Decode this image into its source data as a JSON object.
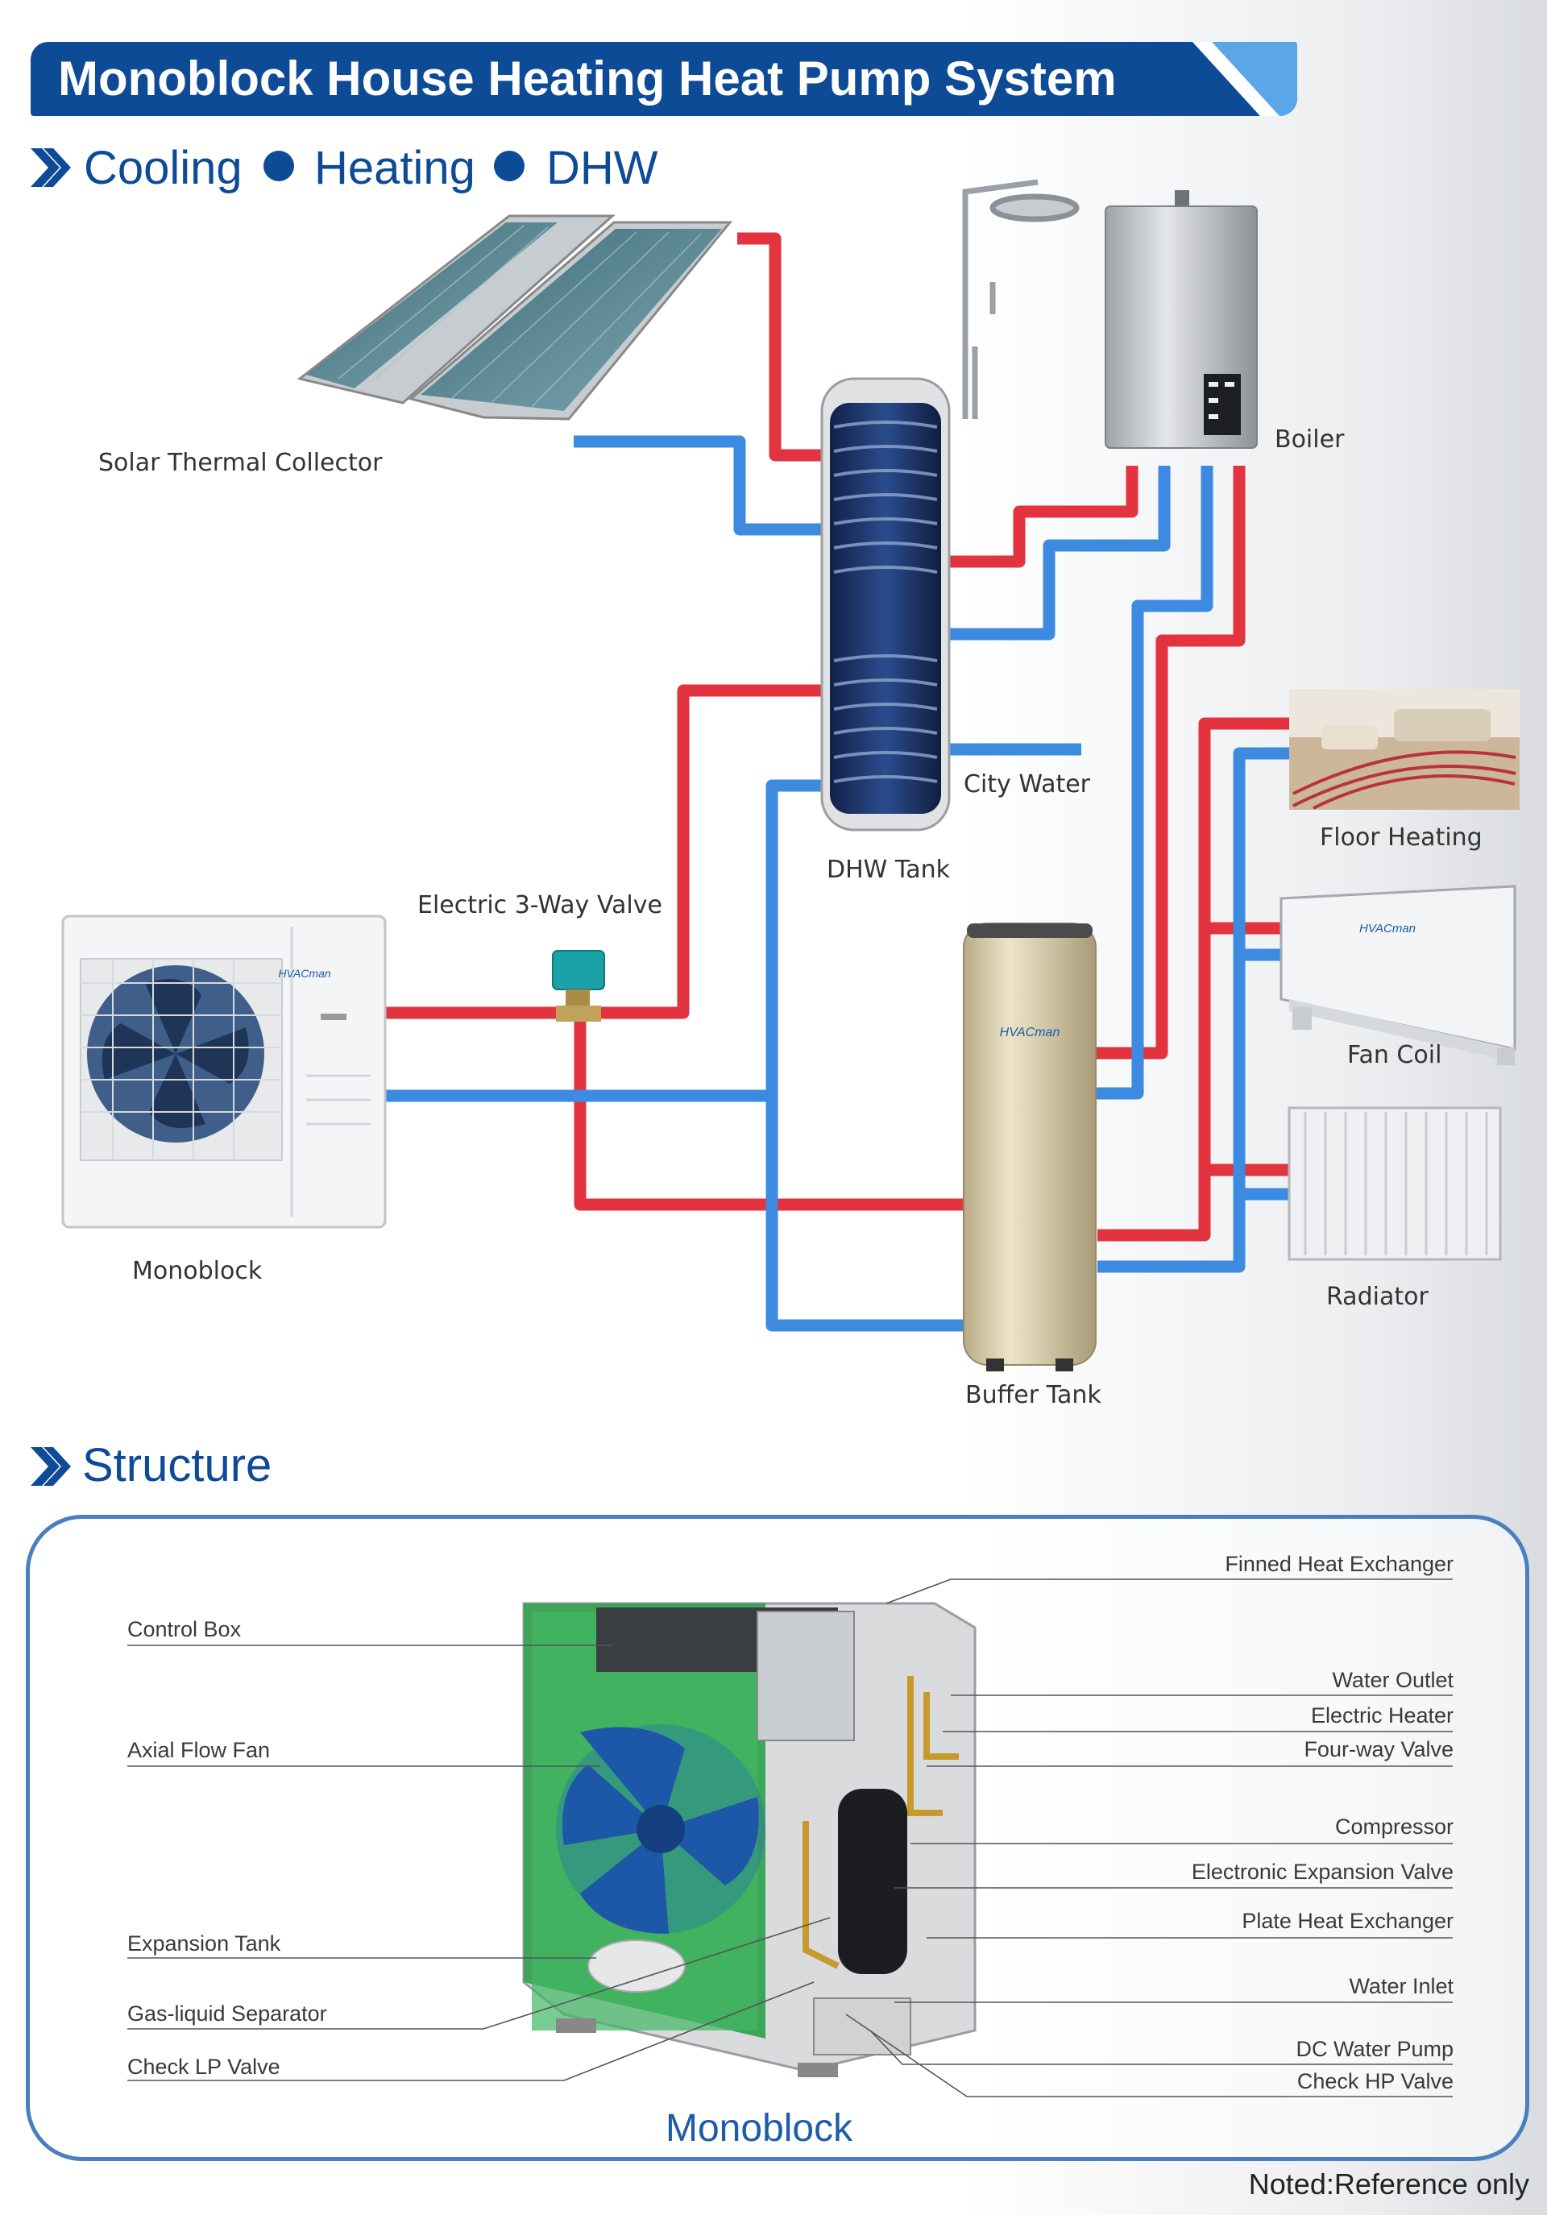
{
  "header": {
    "title": "Monoblock House Heating Heat Pump System",
    "modes_section": {
      "item1": "Cooling",
      "item2": "Heating",
      "item3": "DHW"
    },
    "structure_title": "Structure"
  },
  "system_diagram": {
    "components": {
      "solar_collector": "Solar Thermal Collector",
      "boiler": "Boiler",
      "city_water": "City Water",
      "dhw_tank": "DHW Tank",
      "valve": "Electric 3-Way Valve",
      "floor_heating": "Floor Heating",
      "fan_coil": "Fan Coil",
      "monoblock": "Monoblock",
      "radiator": "Radiator",
      "buffer_tank": "Buffer Tank"
    },
    "brand_logo": "HVACman",
    "colors": {
      "hot_pipe": "#e2333f",
      "cold_pipe": "#3c8be0",
      "brand_blue": "#0e4b97"
    }
  },
  "structure": {
    "left_parts": [
      "Control Box",
      "Axial Flow Fan",
      "Expansion Tank",
      "Gas-liquid Separator",
      "Check LP Valve"
    ],
    "right_parts": [
      "Finned Heat Exchanger",
      "Water Outlet",
      "Electric Heater",
      "Four-way Valve",
      "Compressor",
      "Electronic Expansion Valve",
      "Plate Heat Exchanger",
      "Water Inlet",
      "DC Water Pump",
      "Check HP Valve"
    ],
    "caption": "Monoblock"
  },
  "footer": {
    "note": "Noted:Reference only"
  }
}
